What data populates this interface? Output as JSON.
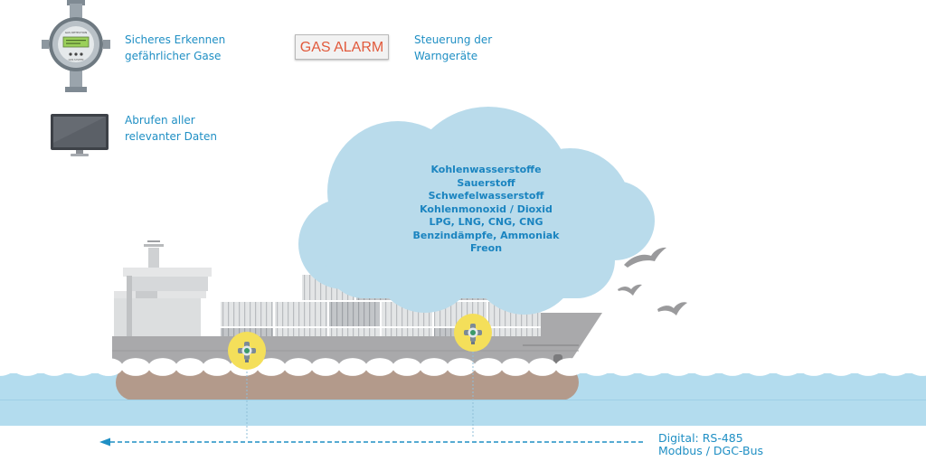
{
  "legend": {
    "detector_caption": [
      "Sicheres Erkennen",
      "gefährlicher Gase"
    ],
    "alarm_sign_text": "GAS ALARM",
    "alarm_caption": [
      "Steuerung der",
      "Warngeräte"
    ],
    "monitor_caption": [
      "Abrufen aller",
      "relevanter Daten"
    ]
  },
  "detector_display": {
    "brand": "GAS DETECTION",
    "sub": "GDS SYSTEM"
  },
  "cloud": {
    "gases": [
      "Kohlenwasserstoffe",
      "Sauerstoff",
      "Schwefelwasserstoff",
      "Kohlenmonoxid / Dioxid",
      "LPG, LNG, CNG, CNG",
      "Benzindämpfe, Ammoniak",
      "Freon"
    ]
  },
  "bus": {
    "lines": [
      "Digital: RS-485",
      "Modbus / DGC-Bus"
    ]
  },
  "colors": {
    "text_blue": "#1f8fc4",
    "cloud": "#b9dbeb",
    "sea": "#b3dcee",
    "hull": "#a9a9ab",
    "keel": "#b49a8c",
    "detector_badge": "#f4df5a",
    "alarm_text": "#e15a3c"
  }
}
